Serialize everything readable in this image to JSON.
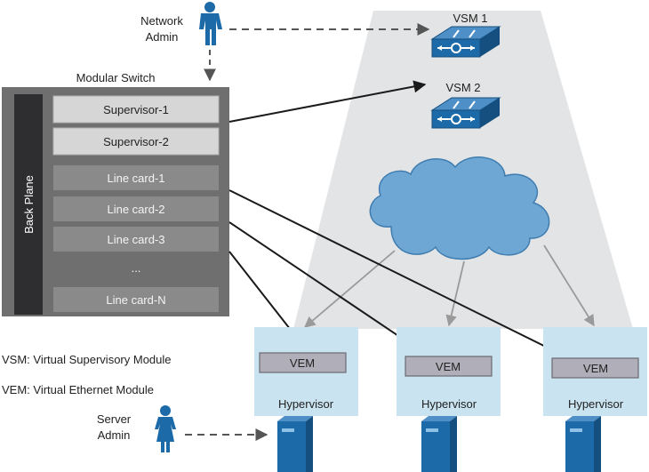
{
  "network_admin": {
    "line1": "Network",
    "line2": "Admin"
  },
  "server_admin": {
    "line1": "Server",
    "line2": "Admin"
  },
  "modular_switch": {
    "title": "Modular Switch",
    "back_plane": "Back Plane",
    "supervisors": [
      "Supervisor-1",
      "Supervisor-2"
    ],
    "line_cards": [
      "Line card-1",
      "Line card-2",
      "Line card-3"
    ],
    "ellipsis": "...",
    "last_card": "Line card-N"
  },
  "vsm1": "VSM 1",
  "vsm2": "VSM 2",
  "legend": {
    "vsm": "VSM: Virtual Supervisory Module",
    "vem": "VEM: Virtual Ethernet Module"
  },
  "hosts": [
    {
      "vem": "VEM",
      "hypervisor": "Hypervisor"
    },
    {
      "vem": "VEM",
      "hypervisor": "Hypervisor"
    },
    {
      "vem": "VEM",
      "hypervisor": "Hypervisor"
    }
  ],
  "colors": {
    "trapezoid": "#e3e4e5",
    "switch_chassis": "#6f6f70",
    "back_plane": "#2e2e30",
    "supervisor_fill": "#d6d6d6",
    "line_card_fill": "#8a8a8b",
    "device_blue": "#1d6aa8",
    "cloud_blue": "#6fa7d4",
    "host_panel": "#c9e3f0",
    "vem_fill": "#b0aeb8"
  }
}
